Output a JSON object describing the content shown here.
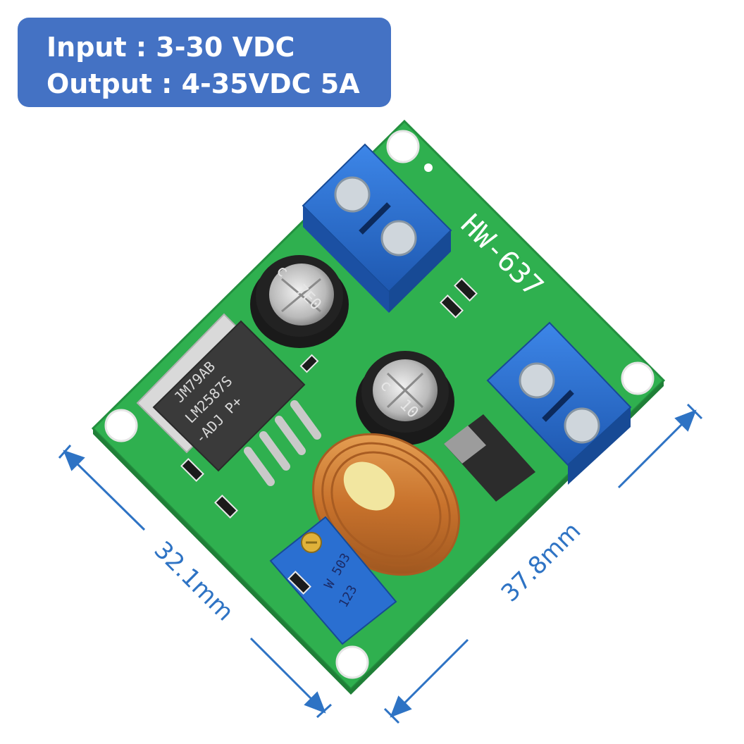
{
  "spec": {
    "input": "Input : 3-30 VDC",
    "output": "Output : 4-35VDC 5A"
  },
  "board": {
    "label": "HW-637",
    "chip_line1": "JM79AB",
    "chip_line2": "LM2587S",
    "chip_line3": "-ADJ P+",
    "cap1_mark": "c  7E0",
    "cap2_mark": "c  10",
    "pot_line1": "W 503",
    "pot_line2": "123"
  },
  "dimensions": {
    "width": "32.1mm",
    "length": "37.8mm"
  },
  "colors": {
    "spec_box": "#4472c4",
    "pcb": "#2fb04f",
    "terminal": "#2a6fd1",
    "dimension": "#2e73c4",
    "coil": "#d98b3a"
  }
}
